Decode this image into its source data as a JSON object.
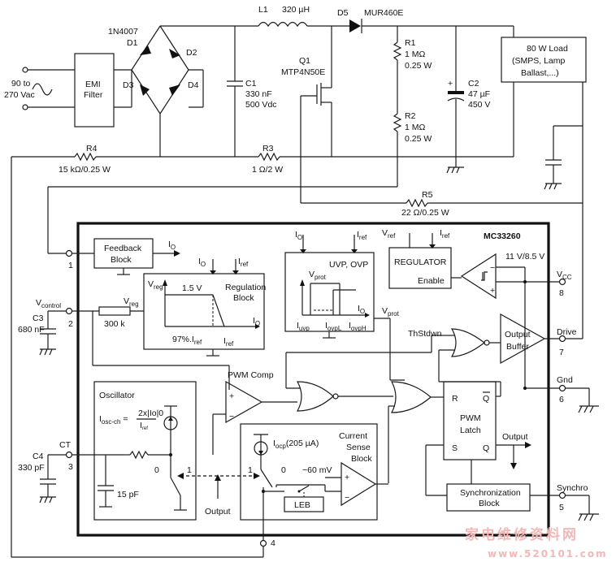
{
  "external": {
    "ac_voltage": "90 to",
    "ac_voltage2": "270 Vac",
    "emi_line1": "EMI",
    "emi_line2": "Filter",
    "bridge_part": "1N4007",
    "d1": "D1",
    "d2": "D2",
    "d3": "D3",
    "d4": "D4",
    "l1": "L1",
    "l1_value": "320 µH",
    "d5": "D5",
    "d5_part": "MUR460E",
    "c1": "C1",
    "c1_v1": "330 nF",
    "c1_v2": "500 Vdc",
    "q1": "Q1",
    "q1_part": "MTP4N50E",
    "r1": "R1",
    "r1_v1": "1 MΩ",
    "r1_v2": "0.25 W",
    "r2": "R2",
    "r2_v1": "1 MΩ",
    "r2_v2": "0.25 W",
    "c2": "C2",
    "c2_v1": "47 µF",
    "c2_v2": "450 V",
    "load_line1": "80 W Load",
    "load_line2": "(SMPS, Lamp",
    "load_line3": "Ballast,...)",
    "r4": "R4",
    "r4_value": "15 kΩ/0.25 W",
    "r3": "R3",
    "r3_value": "1 Ω/2 W",
    "r5": "R5",
    "r5_value": "22 Ω/0.25 W",
    "c3": "C3",
    "c3_value": "680 nF",
    "c4": "C4",
    "c4_value": "330 pF",
    "vcontrol_v": "V",
    "vcontrol_sub": "control",
    "ct": "CT"
  },
  "ic": {
    "name": "MC33260",
    "pins": {
      "p1": "1",
      "p2": "2",
      "p3": "3",
      "p4": "4",
      "p5": "5",
      "p6": "6",
      "p7": "7",
      "p8": "8"
    },
    "feedback_line1": "Feedback",
    "feedback_line2": "Block",
    "io": "I",
    "io_sub": "O",
    "iref": "I",
    "iref_sub": "ref",
    "vreg": "V",
    "vreg_sub": "reg",
    "res_300k": "300 k",
    "reg_block_title1": "Regulation",
    "reg_block_title2": "Block",
    "reg_15v": "1.5 V",
    "reg_97": "97%.I",
    "reg_97_sub": "ref",
    "uvp_title": "UVP, OVP",
    "vprot": "V",
    "vprot_sub": "prot",
    "iuvp": "I",
    "iuvp_sub": "uvp",
    "iovpl": "I",
    "iovpl_sub": "ovpL",
    "iovph": "I",
    "iovph_sub": "ovpH",
    "regulator": "REGULATOR",
    "enable": "Enable",
    "vref": "V",
    "vref_sub": "ref",
    "uvlo": "11 V/8.5 V",
    "vcc": "V",
    "vcc_sub": "CC",
    "thstdwn": "ThStdwn",
    "output_buffer1": "Output",
    "output_buffer2": "Buffer",
    "drive": "Drive",
    "gnd": "Gnd",
    "pwm_comp": "PWM Comp",
    "oscillator": "Oscillator",
    "iosc_ch": "I",
    "iosc_ch_sub": "osc-ch",
    "iosc_eq_num": "2x|Io|0",
    "iosc_eq_den": "I",
    "iosc_eq_den_sub": "ref",
    "c_15pf": "15 pF",
    "sw0": "0",
    "sw1": "1",
    "output_label": "Output",
    "iocp": "I",
    "iocp_sub": "ocp",
    "iocp_value": "(205 µA)",
    "current_sense1": "Current",
    "current_sense2": "Sense",
    "current_sense3": "Block",
    "minus60": "−60 mV",
    "leb": "LEB",
    "latch_r": "R",
    "latch_s": "S",
    "latch_q": "Q",
    "latch_qbar": "Q",
    "pwm_latch1": "PWM",
    "pwm_latch2": "Latch",
    "latch_output": "Output",
    "sync1": "Synchronization",
    "sync2": "Block",
    "synchro": "Synchro"
  },
  "watermark": {
    "cn": "家电维修资料网",
    "url": "www.520101.com"
  }
}
